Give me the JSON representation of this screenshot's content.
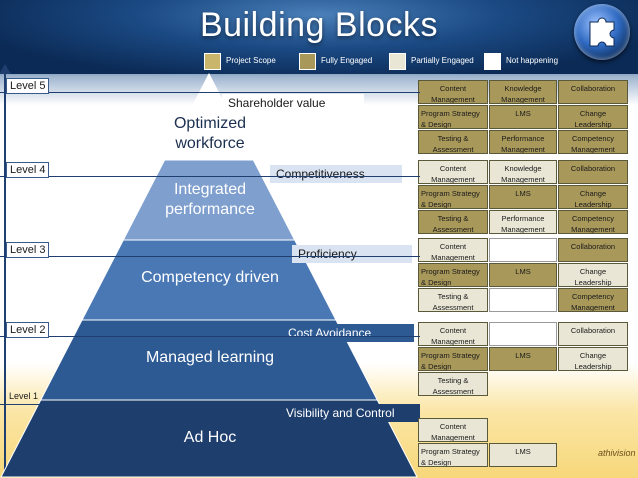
{
  "title": "Building Blocks",
  "legend": [
    {
      "label": "Project Scope",
      "color": "#c9b56b"
    },
    {
      "label": "Fully Engaged",
      "color": "#a8985a"
    },
    {
      "label": "Partially Engaged",
      "color": "#e9e6d5"
    },
    {
      "label": "Not happening",
      "color": "#ffffff"
    }
  ],
  "levels": [
    "Level 5",
    "Level 4",
    "Level 3",
    "Level 2",
    "Level 1"
  ],
  "tiers": [
    {
      "label_lines": [
        "Optimized",
        "workforce"
      ],
      "banner": "Shareholder value",
      "color": "#ffffff"
    },
    {
      "label_lines": [
        "Integrated",
        "performance"
      ],
      "banner": "Competitiveness",
      "color": "#7f9fce"
    },
    {
      "label_lines": [
        "Competency driven"
      ],
      "banner": "Proficiency",
      "color": "#4a78b5"
    },
    {
      "label_lines": [
        "Managed learning"
      ],
      "banner": "Cost Avoidance",
      "color": "#2e5a93"
    },
    {
      "label_lines": [
        "Ad Hoc"
      ],
      "banner": "Visibility and Control",
      "color": "#1e3f6e"
    }
  ],
  "grids": [
    {
      "level": "Level 5",
      "rows": [
        [
          {
            "t": "Content Management",
            "s": "fully"
          },
          {
            "t": "Knowledge Management",
            "s": "fully"
          },
          {
            "t": "Collaboration",
            "s": "fully"
          }
        ],
        [
          {
            "t": "Program Strategy & Design",
            "s": "fully"
          },
          {
            "t": "LMS",
            "s": "fully"
          },
          {
            "t": "Change Leadership",
            "s": "fully"
          }
        ],
        [
          {
            "t": "Testing & Assessment",
            "s": "fully"
          },
          {
            "t": "Performance Management",
            "s": "fully"
          },
          {
            "t": "Competency Management",
            "s": "fully"
          }
        ]
      ]
    },
    {
      "level": "Level 4",
      "rows": [
        [
          {
            "t": "Content Management",
            "s": "partial"
          },
          {
            "t": "Knowledge Management",
            "s": "partial"
          },
          {
            "t": "Collaboration",
            "s": "fully"
          }
        ],
        [
          {
            "t": "Program Strategy & Design",
            "s": "fully"
          },
          {
            "t": "LMS",
            "s": "fully"
          },
          {
            "t": "Change Leadership",
            "s": "fully"
          }
        ],
        [
          {
            "t": "Testing & Assessment",
            "s": "fully"
          },
          {
            "t": "Performance Management",
            "s": "partial"
          },
          {
            "t": "Competency Management",
            "s": "fully"
          }
        ]
      ]
    },
    {
      "level": "Level 3",
      "rows": [
        [
          {
            "t": "Content Management",
            "s": "partial"
          },
          {
            "t": "",
            "s": "none"
          },
          {
            "t": "Collaboration",
            "s": "fully"
          }
        ],
        [
          {
            "t": "Program Strategy & Design",
            "s": "fully"
          },
          {
            "t": "LMS",
            "s": "fully"
          },
          {
            "t": "Change Leadership",
            "s": "partial"
          }
        ],
        [
          {
            "t": "Testing & Assessment",
            "s": "partial"
          },
          {
            "t": "",
            "s": "none"
          },
          {
            "t": "Competency Management",
            "s": "fully"
          }
        ]
      ]
    },
    {
      "level": "Level 2",
      "rows": [
        [
          {
            "t": "Content Management",
            "s": "partial"
          },
          {
            "t": "",
            "s": "none"
          },
          {
            "t": "Collaboration",
            "s": "partial"
          }
        ],
        [
          {
            "t": "Program Strategy & Design",
            "s": "fully"
          },
          {
            "t": "LMS",
            "s": "fully"
          },
          {
            "t": "Change Leadership",
            "s": "partial"
          }
        ],
        [
          {
            "t": "Testing & Assessment",
            "s": "partial"
          },
          {
            "t": "",
            "s": "hidden"
          },
          {
            "t": "",
            "s": "hidden"
          }
        ]
      ]
    },
    {
      "level": "Level 1",
      "rows": [
        [
          {
            "t": "Content Management",
            "s": "partial"
          },
          {
            "t": "",
            "s": "hidden"
          },
          {
            "t": "",
            "s": "hidden"
          }
        ],
        [
          {
            "t": "Program Strategy & Design",
            "s": "partial"
          },
          {
            "t": "LMS",
            "s": "partial"
          },
          {
            "t": "",
            "s": "hidden"
          }
        ]
      ]
    }
  ],
  "brand": "athivision"
}
